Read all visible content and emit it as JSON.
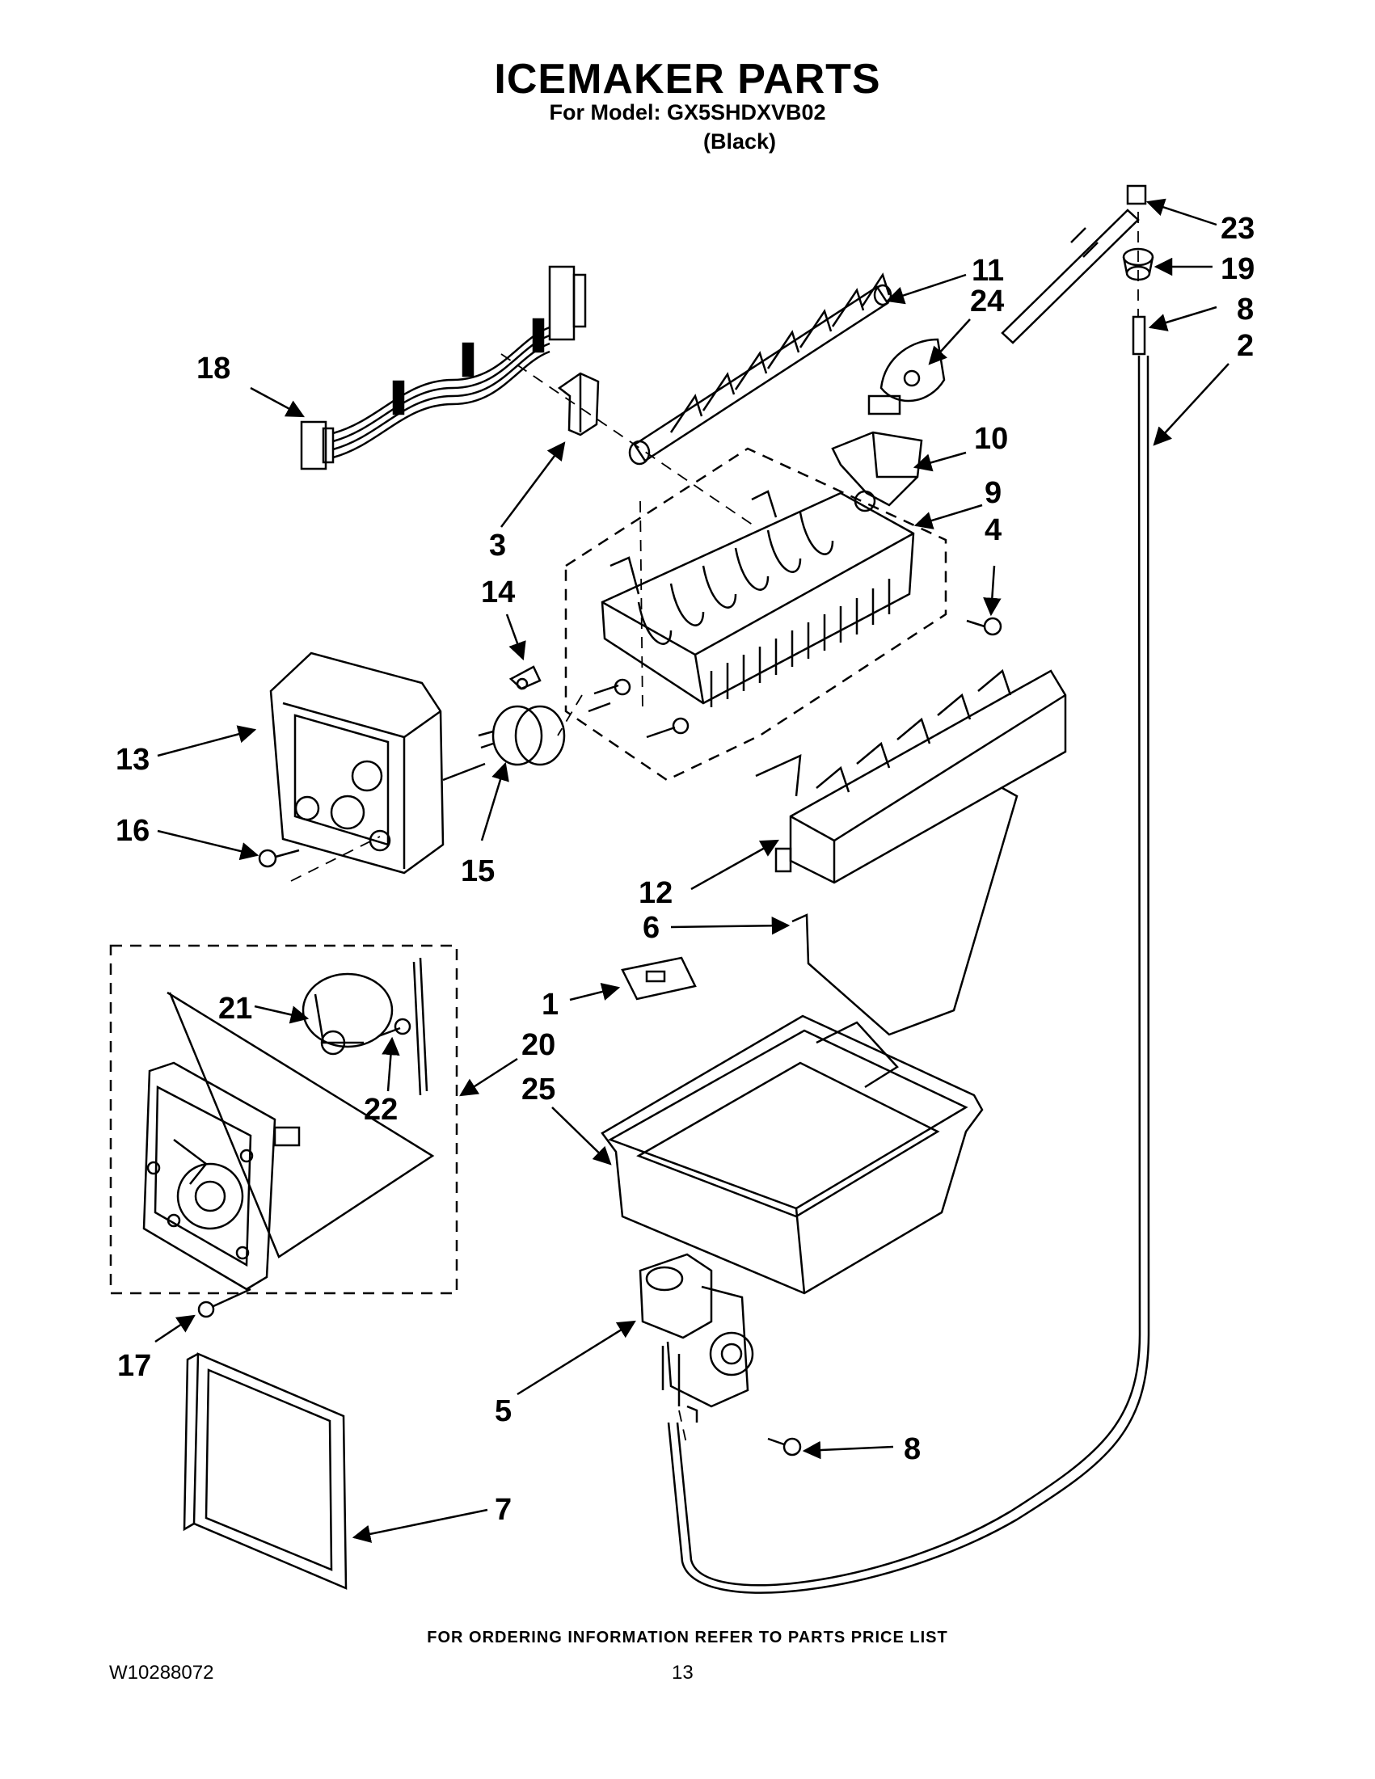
{
  "header": {
    "title": "ICEMAKER PARTS",
    "model_line": "For Model: GX5SHDXVB02",
    "color_line": "(Black)"
  },
  "callouts": [
    "18",
    "3",
    "14",
    "11",
    "24",
    "10",
    "9",
    "4",
    "13",
    "15",
    "16",
    "12",
    "6",
    "1",
    "21",
    "22",
    "20",
    "25",
    "17",
    "23",
    "19",
    "8",
    "2",
    "5",
    "8",
    "7"
  ],
  "footer": {
    "ordering_note": "FOR ORDERING INFORMATION REFER TO PARTS PRICE LIST",
    "document_number": "W10288072",
    "page_number": "13"
  }
}
